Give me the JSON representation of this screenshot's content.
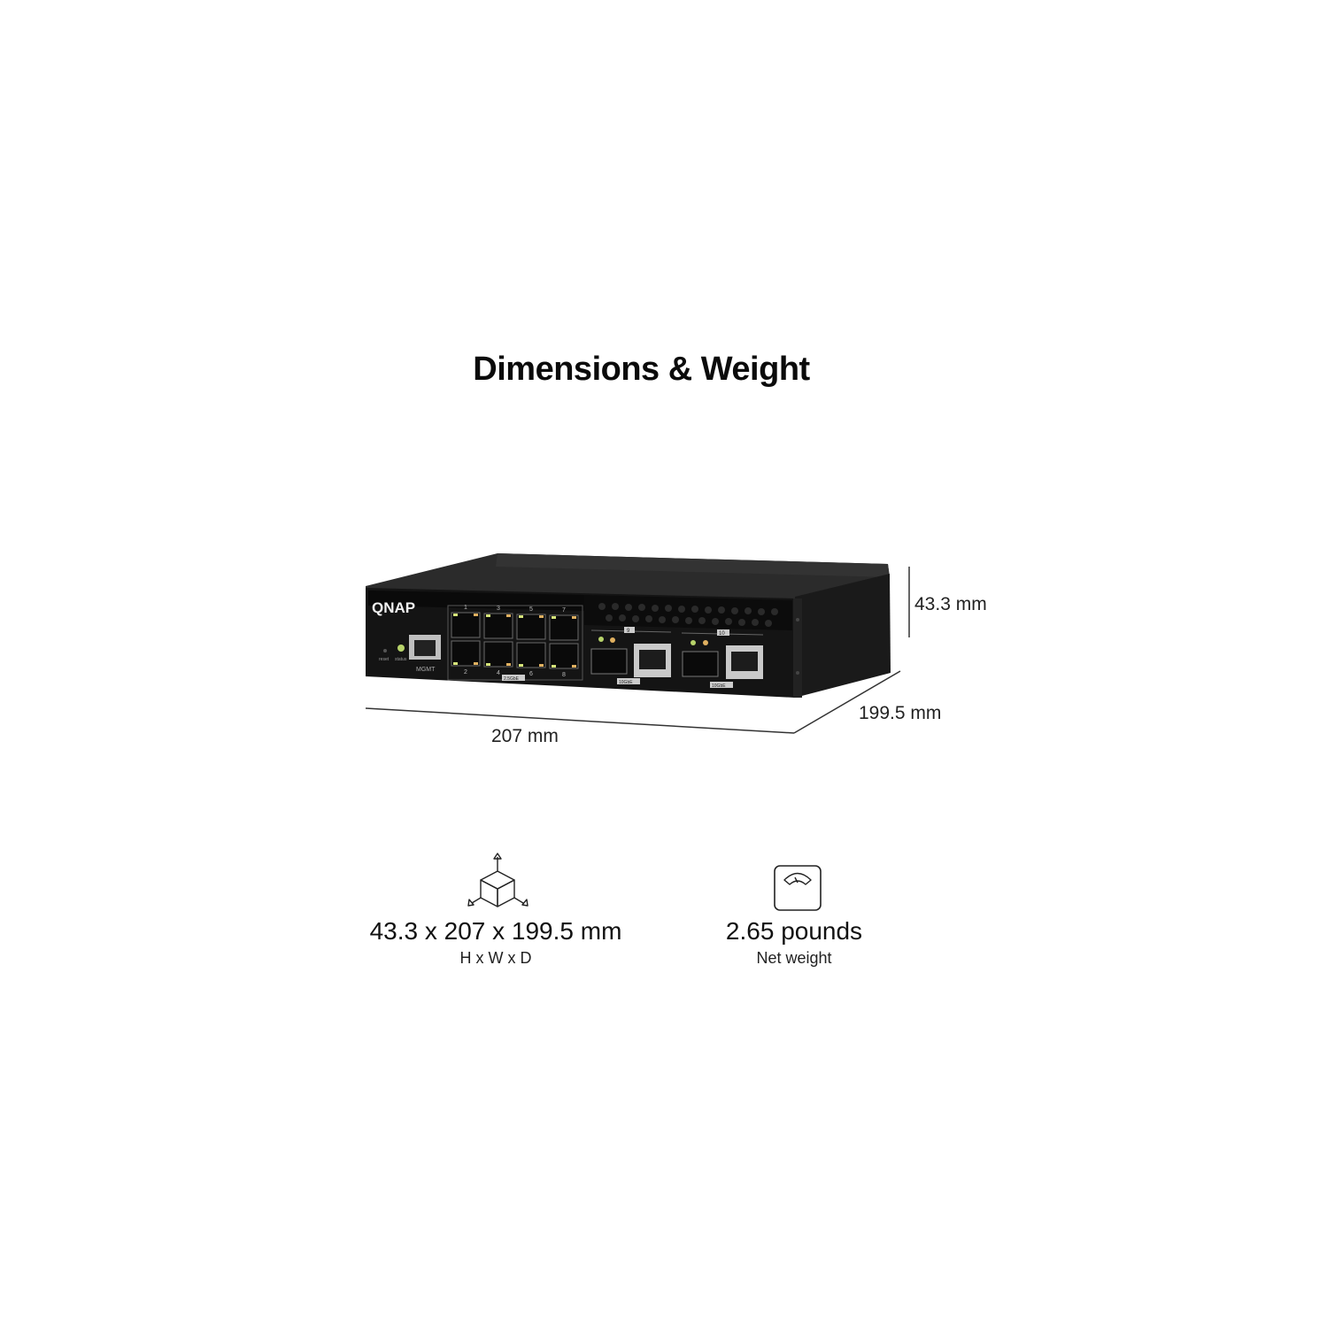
{
  "title": "Dimensions & Weight",
  "product": {
    "brand_logo": "QNAP",
    "panel_labels": {
      "reset": "reset",
      "status": "status",
      "mgmt": "MGMT",
      "port_numbers_top": [
        "1",
        "3",
        "5",
        "7"
      ],
      "port_numbers_bottom": [
        "2",
        "4",
        "6",
        "8"
      ],
      "group_label": "2.5GbE",
      "sfp_label": "10GbE",
      "combo_9": "9",
      "combo_10": "10"
    }
  },
  "dimensions": {
    "height": "43.3 mm",
    "depth": "199.5 mm",
    "width": "207 mm"
  },
  "specs": {
    "size": {
      "value": "43.3 x 207 x 199.5 mm",
      "caption": "H x W x D",
      "icon": "cube-dimensions-icon"
    },
    "weight": {
      "value": "2.65 pounds",
      "caption": "Net weight",
      "icon": "scale-icon"
    }
  }
}
